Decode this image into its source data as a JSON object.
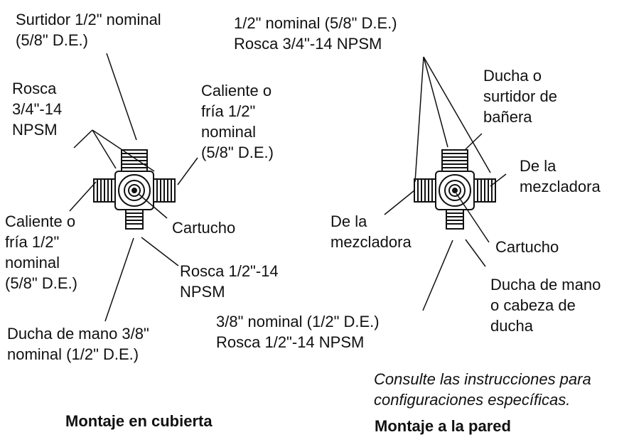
{
  "deck": {
    "labels": {
      "spout": "Surtidor 1/2\" nominal\n(5/8\" D.E.)",
      "thread_top": "Rosca\n3/4\"-14\nNPSM",
      "hot_cold_right": "Caliente o\nfría 1/2\"\nnominal\n(5/8\" D.E.)",
      "hot_cold_left": "Caliente o\nfría 1/2\"\nnominal\n(5/8\" D.E.)",
      "cartridge": "Cartucho",
      "thread_bottom": "Rosca 1/2\"-14\nNPSM",
      "handshower": "Ducha de mano 3/8\"\nnominal (1/2\" D.E.)"
    },
    "caption": "Montaje en cubierta"
  },
  "wall": {
    "labels": {
      "top_thread": "1/2\" nominal (5/8\" D.E.)\nRosca 3/4\"-14 NPSM",
      "shower_spout": "Ducha o\nsurtidor de\nbañera",
      "from_mixer_right": "De la\nmezcladora",
      "from_mixer_left": "De la\nmezcladora",
      "cartridge": "Cartucho",
      "handshower_head": "Ducha de mano\no cabeza de\nducha",
      "bottom_thread": "3/8\" nominal (1/2\" D.E.)\nRosca 1/2\"-14 NPSM"
    },
    "note": "Consulte las instrucciones para\nconfiguraciones específicas.",
    "caption": "Montaje a la pared"
  }
}
